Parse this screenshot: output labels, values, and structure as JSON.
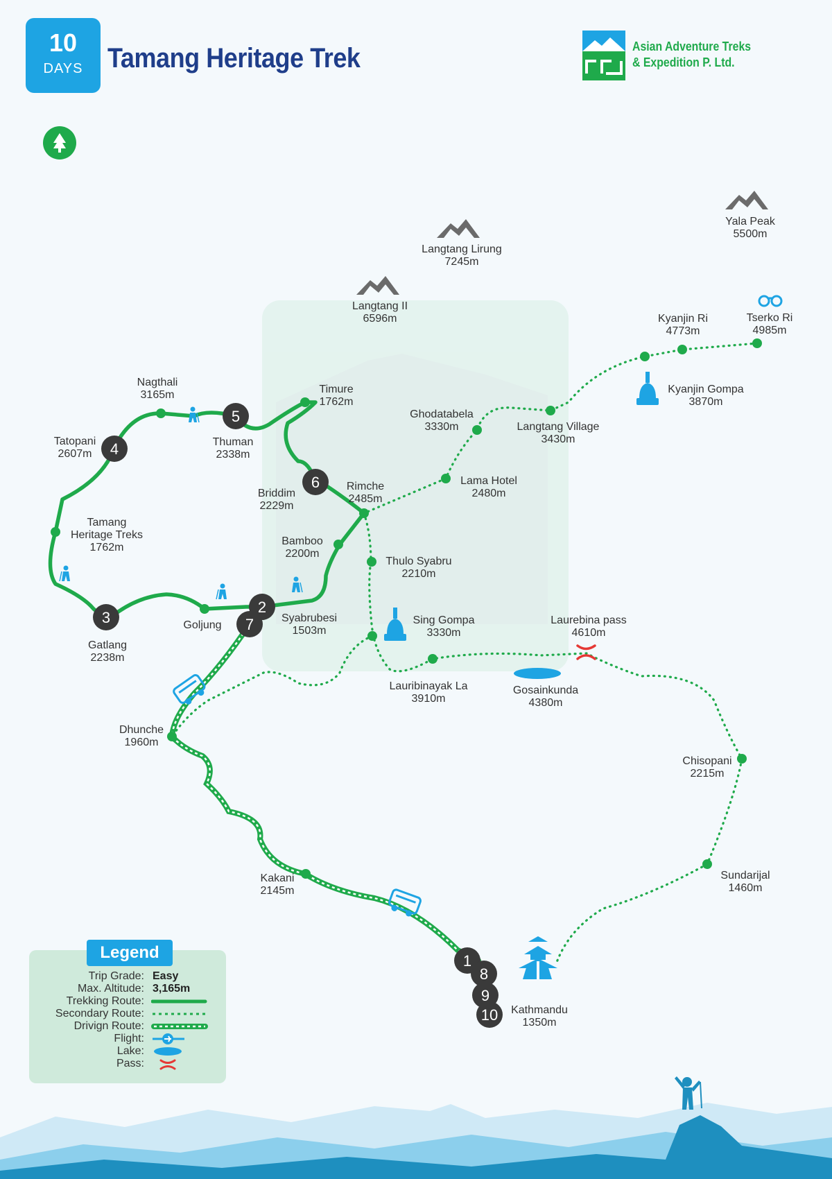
{
  "header": {
    "days_number": "10",
    "days_label": "DAYS",
    "title": "Tamang Heritage Trek",
    "company_line1": "Asian Adventure Treks",
    "company_line2": "& Expedition P. Ltd."
  },
  "colors": {
    "route_green": "#1faa4b",
    "accent_blue": "#1ea4e3",
    "title_navy": "#1f3e8a",
    "stop_badge": "#3a3a3a",
    "pass_red": "#e53935",
    "mountain_gray": "#6b6b6b",
    "legend_bg": "#cfeadb"
  },
  "peaks": [
    {
      "name": "Langtang Lirung",
      "alt": "7245m"
    },
    {
      "name": "Yala Peak",
      "alt": "5500m"
    },
    {
      "name": "Langtang II",
      "alt": "6596m"
    }
  ],
  "places": [
    {
      "name": "Kyanjin Ri",
      "alt": "4773m"
    },
    {
      "name": "Tserko Ri",
      "alt": "4985m"
    },
    {
      "name": "Kyanjin Gompa",
      "alt": "3870m"
    },
    {
      "name": "Langtang Village",
      "alt": "3430m"
    },
    {
      "name": "Ghodatabela",
      "alt": "3330m"
    },
    {
      "name": "Lama Hotel",
      "alt": "2480m"
    },
    {
      "name": "Rimche",
      "alt": "2485m"
    },
    {
      "name": "Timure",
      "alt": "1762m"
    },
    {
      "name": "Nagthali",
      "alt": "3165m"
    },
    {
      "name": "Thuman",
      "alt": "2338m"
    },
    {
      "name": "Tatopani",
      "alt": "2607m"
    },
    {
      "name": "Briddim",
      "alt": "2229m"
    },
    {
      "name": "Tamang Heritage Treks",
      "alt": "1762m"
    },
    {
      "name": "Bamboo",
      "alt": "2200m"
    },
    {
      "name": "Thulo Syabru",
      "alt": "2210m"
    },
    {
      "name": "Syabrubesi",
      "alt": "1503m"
    },
    {
      "name": "Goljung",
      "alt": ""
    },
    {
      "name": "Gatlang",
      "alt": "2238m"
    },
    {
      "name": "Sing Gompa",
      "alt": "3330m"
    },
    {
      "name": "Laurebina pass",
      "alt": "4610m"
    },
    {
      "name": "Lauribinayak La",
      "alt": "3910m"
    },
    {
      "name": "Gosainkunda",
      "alt": "4380m"
    },
    {
      "name": "Dhunche",
      "alt": "1960m"
    },
    {
      "name": "Chisopani",
      "alt": "2215m"
    },
    {
      "name": "Kakani",
      "alt": "2145m"
    },
    {
      "name": "Sundarijal",
      "alt": "1460m"
    },
    {
      "name": "Kathmandu",
      "alt": "1350m"
    }
  ],
  "stops": [
    "1",
    "2",
    "3",
    "4",
    "5",
    "6",
    "7",
    "8",
    "9",
    "10"
  ],
  "legend": {
    "title": "Legend",
    "grade_label": "Trip Grade:",
    "grade_value": "Easy",
    "altitude_label": "Max. Altitude:",
    "altitude_value": "3,165m",
    "trekking_label": "Trekking Route:",
    "secondary_label": "Secondary Route:",
    "driving_label": "Drivign Route:",
    "flight_label": "Flight:",
    "lake_label": "Lake:",
    "pass_label": "Pass:"
  }
}
